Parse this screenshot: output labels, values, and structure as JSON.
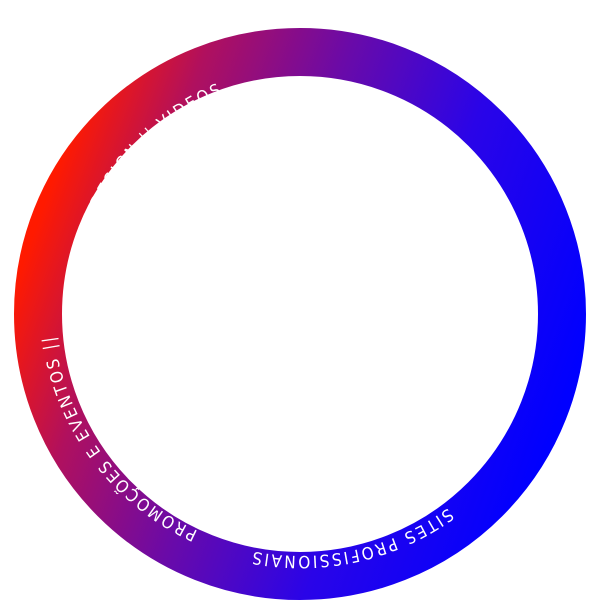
{
  "ring": {
    "gradient_colors": [
      "#ff1a00",
      "#b0105e",
      "#6a0aa8",
      "#2a04e8",
      "#0000ff"
    ],
    "text_color": "#ffffff",
    "background_color": "#ffffff"
  },
  "labels": {
    "top_arc": "|| BRANDING E DESIGN || VIDEOS",
    "left_arc": "PROMOÇÕES E EVENTOS ||",
    "bottom_arc": "SITES PROFISSIONAIS"
  }
}
